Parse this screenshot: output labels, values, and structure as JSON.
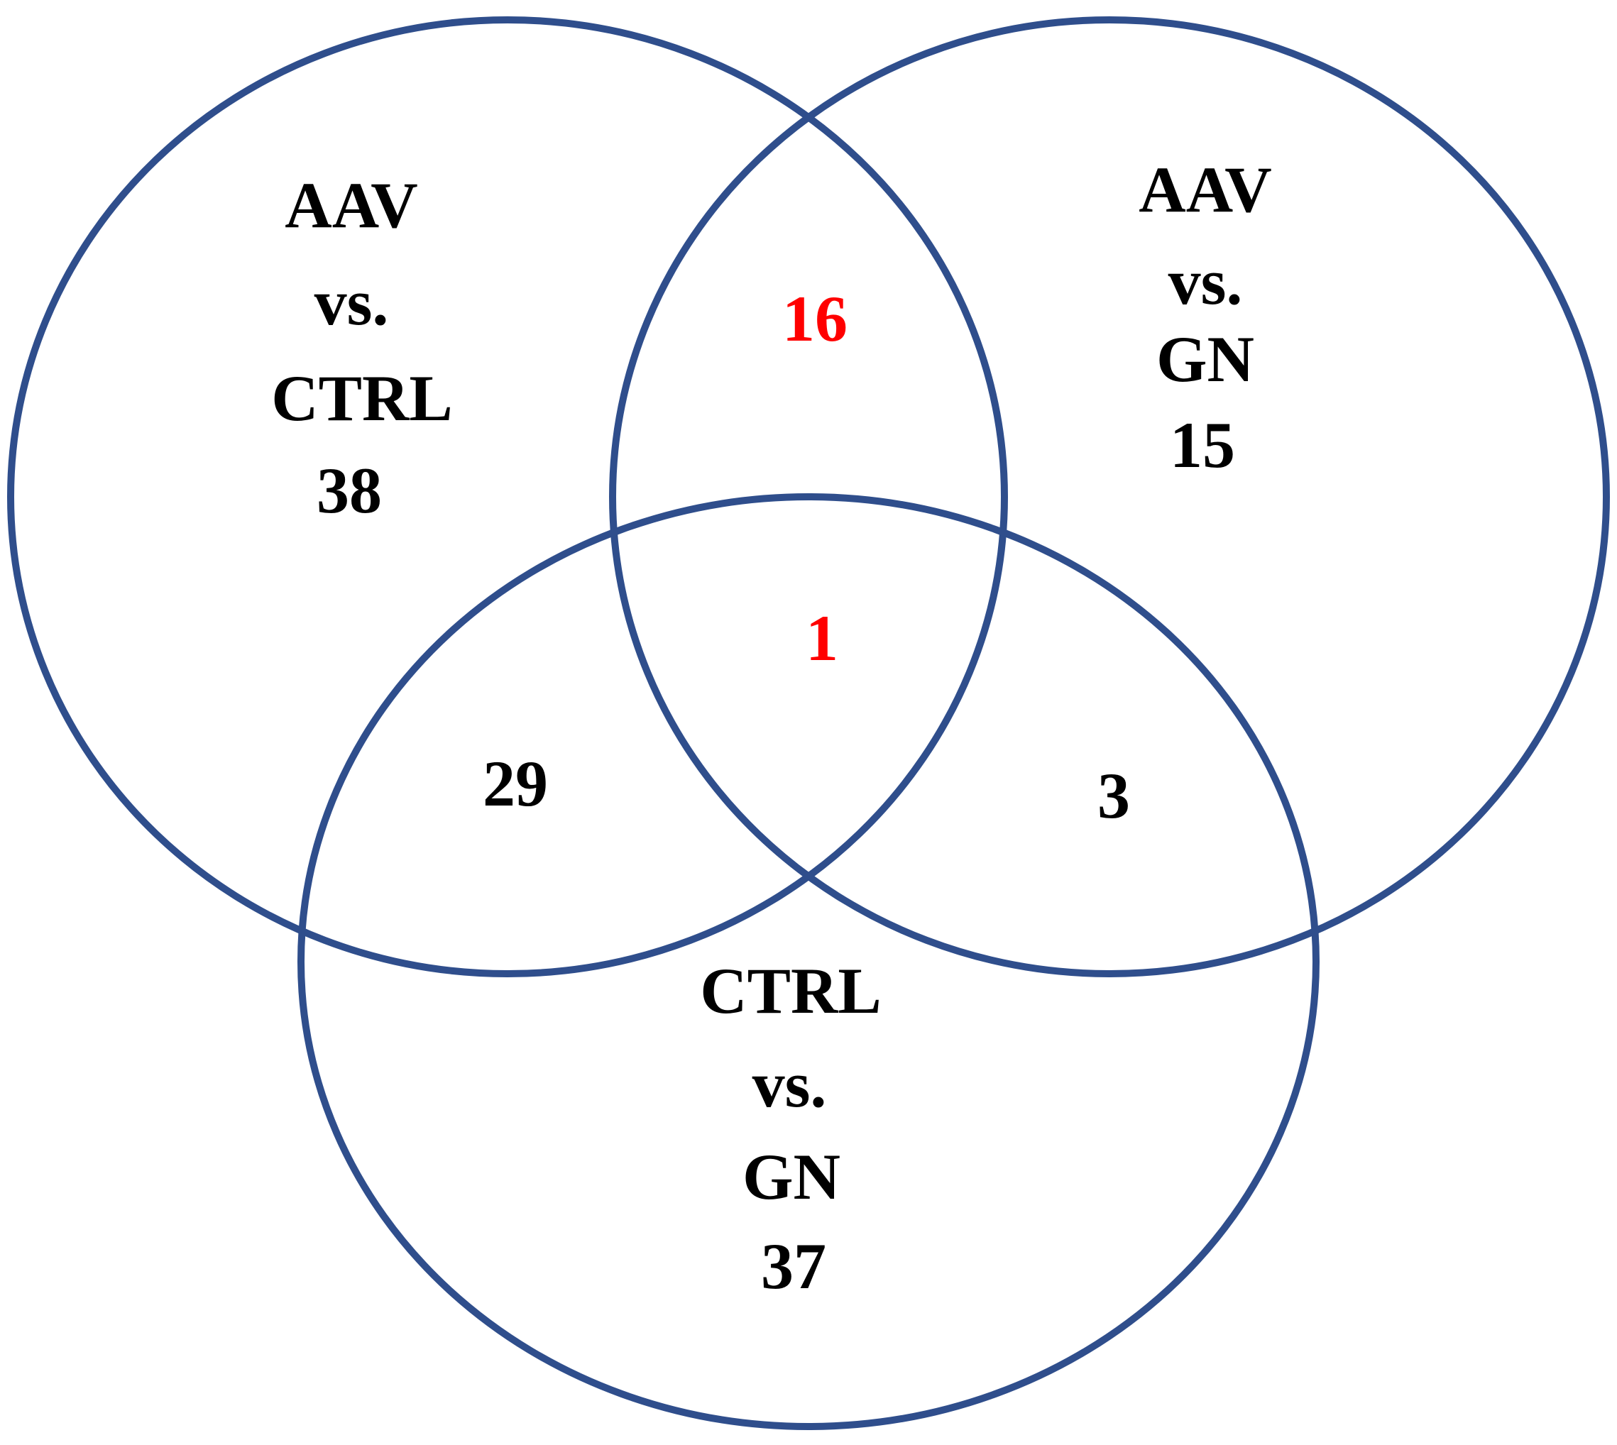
{
  "diagram": {
    "type": "venn-3-set",
    "colors": {
      "circle_stroke": "#2F4E8C",
      "highlight_number": "#FF0000",
      "label_text": "#000000",
      "background": "#FFFFFF"
    },
    "sets": [
      {
        "id": "aav-vs-ctrl",
        "name": "AAV vs. CTRL",
        "lines": [
          "AAV",
          "vs.",
          "CTRL"
        ],
        "unique_count": "38"
      },
      {
        "id": "aav-vs-gn",
        "name": "AAV vs. GN",
        "lines": [
          "AAV",
          "vs.",
          "GN"
        ],
        "unique_count": "15"
      },
      {
        "id": "ctrl-vs-gn",
        "name": "CTRL vs. GN",
        "lines": [
          "CTRL",
          "vs.",
          "GN"
        ],
        "unique_count": "37"
      }
    ],
    "overlaps": {
      "aav_ctrl__aav_gn": "16",
      "all_three": "1",
      "aav_ctrl__ctrl_gn": "29",
      "aav_gn__ctrl_gn": "3"
    }
  }
}
